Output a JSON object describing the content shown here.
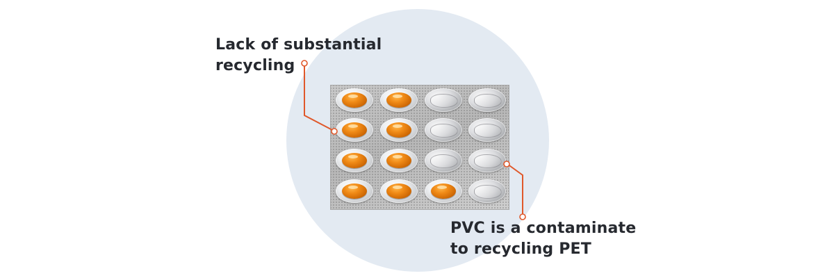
{
  "callouts": {
    "top": {
      "line1": "Lack of substantial",
      "line2": "recycling"
    },
    "bottom": {
      "line1": "PVC is a contaminate",
      "line2": "to recycling PET"
    }
  },
  "colors": {
    "accent": "#e0582a",
    "circle_background": "#e3eaf2",
    "text": "#26292f",
    "pill": "#f08a16"
  },
  "blister_pack": {
    "rows": 4,
    "columns": 4,
    "cells": [
      [
        "pill",
        "pill",
        "empty",
        "empty"
      ],
      [
        "pill",
        "pill",
        "empty",
        "empty"
      ],
      [
        "pill",
        "pill",
        "empty",
        "empty"
      ],
      [
        "pill",
        "pill",
        "pill",
        "empty"
      ]
    ]
  }
}
